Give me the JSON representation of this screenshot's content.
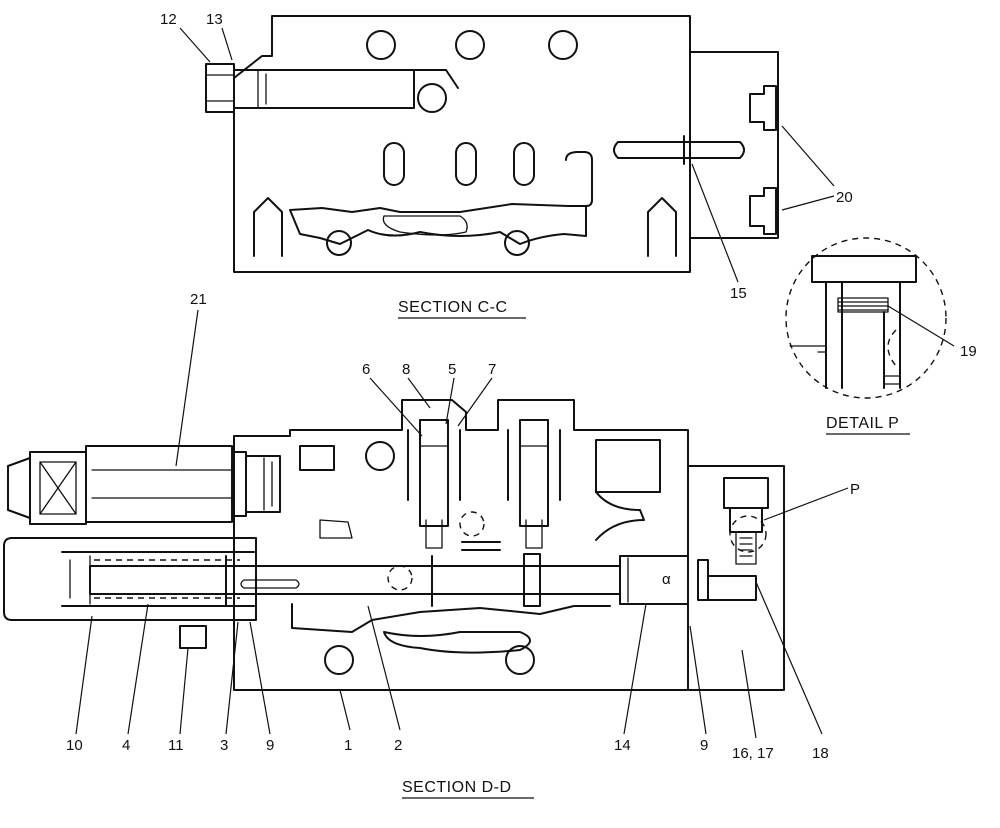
{
  "sections": {
    "c": {
      "caption": "SECTION C-C"
    },
    "d": {
      "caption": "SECTION D-D"
    },
    "detail": {
      "caption": "DETAIL P"
    }
  },
  "callouts": {
    "n1": "1",
    "n2": "2",
    "n3": "3",
    "n4": "4",
    "n5": "5",
    "n6": "6",
    "n7": "7",
    "n8": "8",
    "n9a": "9",
    "n9b": "9",
    "n10": "10",
    "n11": "11",
    "n12": "12",
    "n13": "13",
    "n14": "14",
    "n15": "15",
    "n16": "16, 17",
    "n18": "18",
    "n19": "19",
    "n20": "20",
    "n21": "21",
    "p": "P",
    "alpha": "α"
  }
}
